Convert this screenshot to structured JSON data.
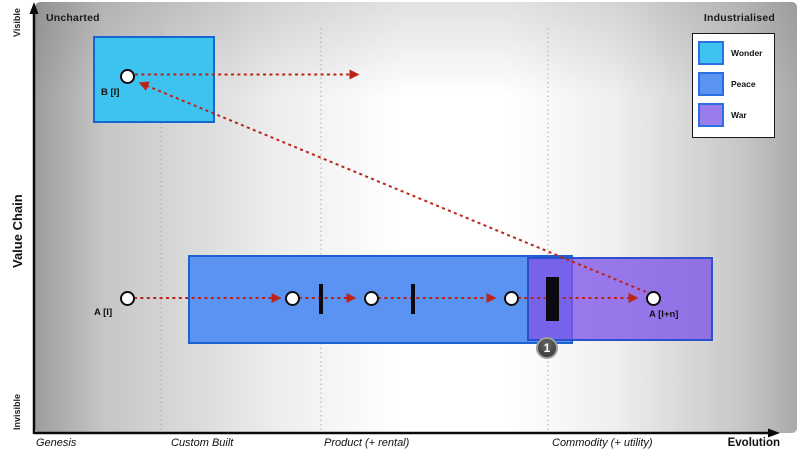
{
  "axes": {
    "y_label": "Value Chain",
    "y_top": "Visible",
    "y_bottom": "Invisible",
    "x_label": "Evolution",
    "top_left_region": "Uncharted",
    "top_right_region": "Industrialised",
    "stages": [
      "Genesis",
      "Custom Built",
      "Product (+ rental)",
      "Commodity (+ utility)"
    ]
  },
  "legend": {
    "items": [
      {
        "label": "Wonder",
        "color": "#3EC2F0"
      },
      {
        "label": "Peace",
        "color": "#5B93F2"
      },
      {
        "label": "War",
        "color": "#9B7CEC"
      }
    ]
  },
  "nodes": {
    "b_start": "B [I]",
    "a_start": "A [I]",
    "a_end": "A [I+n]"
  },
  "annotation_badge": "1",
  "colors": {
    "wonder_fill": "#3EC2F0",
    "peace_fill": "#5B93F2",
    "war_fill": "#9B7CEC",
    "box_border": "#1B62D0",
    "arrow_red": "#BB2418",
    "gridline": "#ADADAD"
  }
}
